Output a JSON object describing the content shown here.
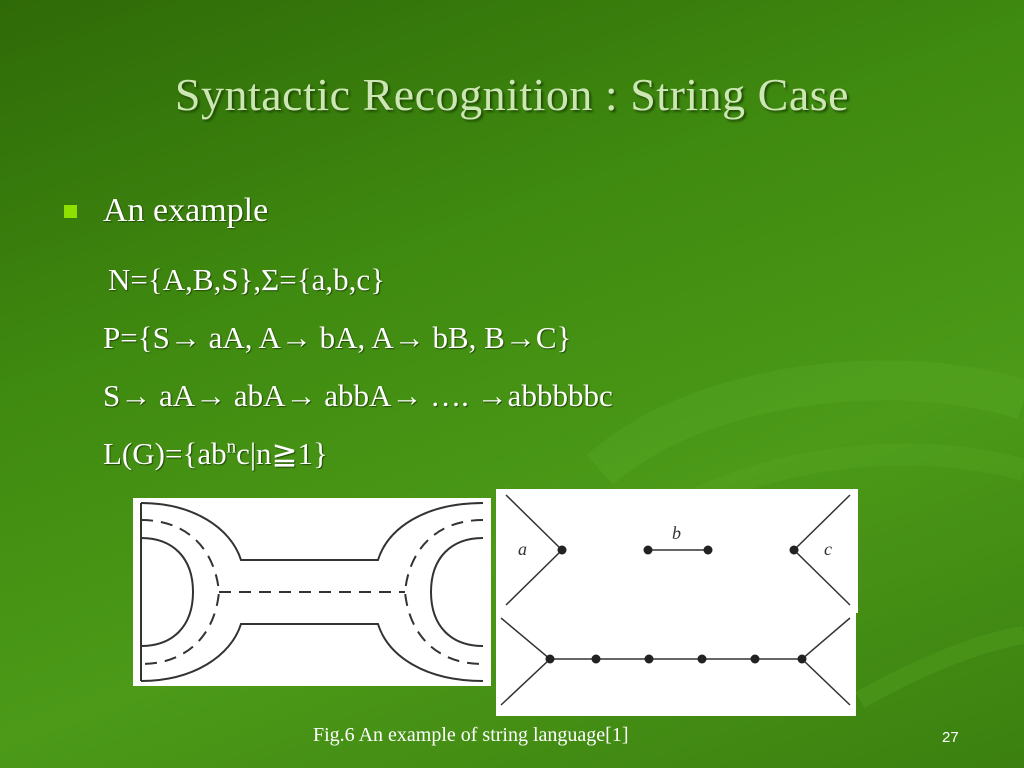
{
  "slide": {
    "title": "Syntactic Recognition : String Case",
    "bullet": "An example",
    "lines": [
      "N={A,B,S},Σ={a,b,c}",
      "P={S→ aA, A→ bA, A→ bB, B→C}",
      "S→ aA→ abA→ abbA→ …. →abbbbbc"
    ],
    "language": {
      "prefix": "L(G)={ab",
      "superscript": "n",
      "suffix": "c|n≧1}"
    },
    "figure": {
      "label_a": "a",
      "label_b": "b",
      "label_c": "c"
    },
    "caption": "Fig.6 An example of string language[1]",
    "page_number": "27"
  },
  "colors": {
    "background": "#3f8a10",
    "title": "#cde7b4",
    "bullet": "#8ee000",
    "text": "#ffffff"
  }
}
